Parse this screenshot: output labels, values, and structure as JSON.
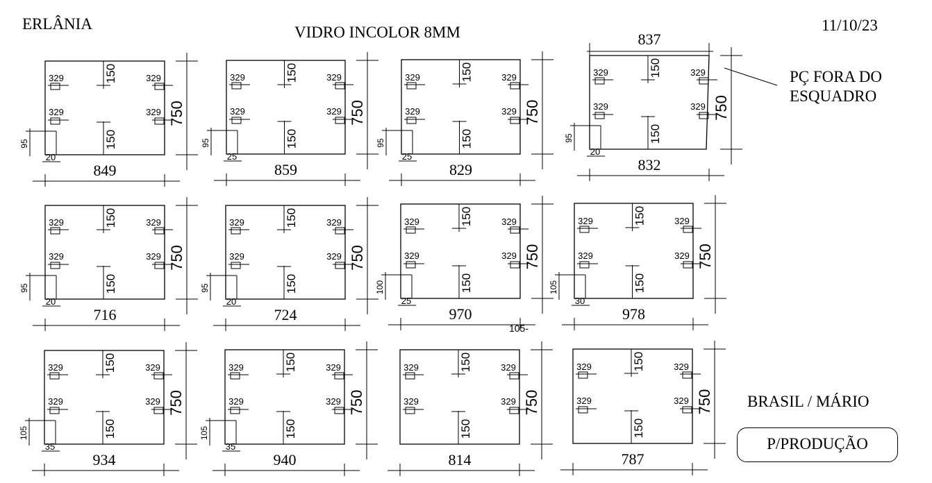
{
  "header": {
    "client": "ERLÂNIA",
    "title": "VIDRO INCOLOR 8MM",
    "date": "11/10/23"
  },
  "note": [
    "PÇ FORA DO",
    "ESQUADRO"
  ],
  "customer": "BRASIL / MÁRIO",
  "status": "P/PRODUÇÃO",
  "pieces": [
    {
      "width": "849",
      "height": "750",
      "hole_x": "329",
      "hole_y": "150",
      "notch_h": "95",
      "notch_w": "20",
      "top_width": ""
    },
    {
      "width": "859",
      "height": "750",
      "hole_x": "329",
      "hole_y": "150",
      "notch_h": "95",
      "notch_w": "25",
      "top_width": ""
    },
    {
      "width": "829",
      "height": "750",
      "hole_x": "329",
      "hole_y": "150",
      "notch_h": "95",
      "notch_w": "25",
      "top_width": ""
    },
    {
      "width": "832",
      "height": "750",
      "hole_x": "329",
      "hole_y": "150",
      "notch_h": "95",
      "notch_w": "20",
      "top_width": "837"
    },
    {
      "width": "716",
      "height": "750",
      "hole_x": "329",
      "hole_y": "150",
      "notch_h": "95",
      "notch_w": "20",
      "top_width": ""
    },
    {
      "width": "724",
      "height": "750",
      "hole_x": "329",
      "hole_y": "150",
      "notch_h": "95",
      "notch_w": "20",
      "top_width": ""
    },
    {
      "width": "970",
      "height": "750",
      "hole_x": "329",
      "hole_y": "150",
      "notch_h": "100",
      "notch_w": "25",
      "top_width": "",
      "extra": "105-"
    },
    {
      "width": "978",
      "height": "750",
      "hole_x": "329",
      "hole_y": "150",
      "notch_h": "105",
      "notch_w": "30",
      "top_width": ""
    },
    {
      "width": "934",
      "height": "750",
      "hole_x": "329",
      "hole_y": "150",
      "notch_h": "105",
      "notch_w": "35",
      "top_width": ""
    },
    {
      "width": "940",
      "height": "750",
      "hole_x": "329",
      "hole_y": "150",
      "notch_h": "105",
      "notch_w": "35",
      "top_width": ""
    },
    {
      "width": "814",
      "height": "750",
      "hole_x": "329",
      "hole_y": "150",
      "notch_h": "",
      "notch_w": "",
      "top_width": ""
    },
    {
      "width": "787",
      "height": "750",
      "hole_x": "329",
      "hole_y": "150",
      "notch_h": "",
      "notch_w": "",
      "top_width": ""
    }
  ]
}
